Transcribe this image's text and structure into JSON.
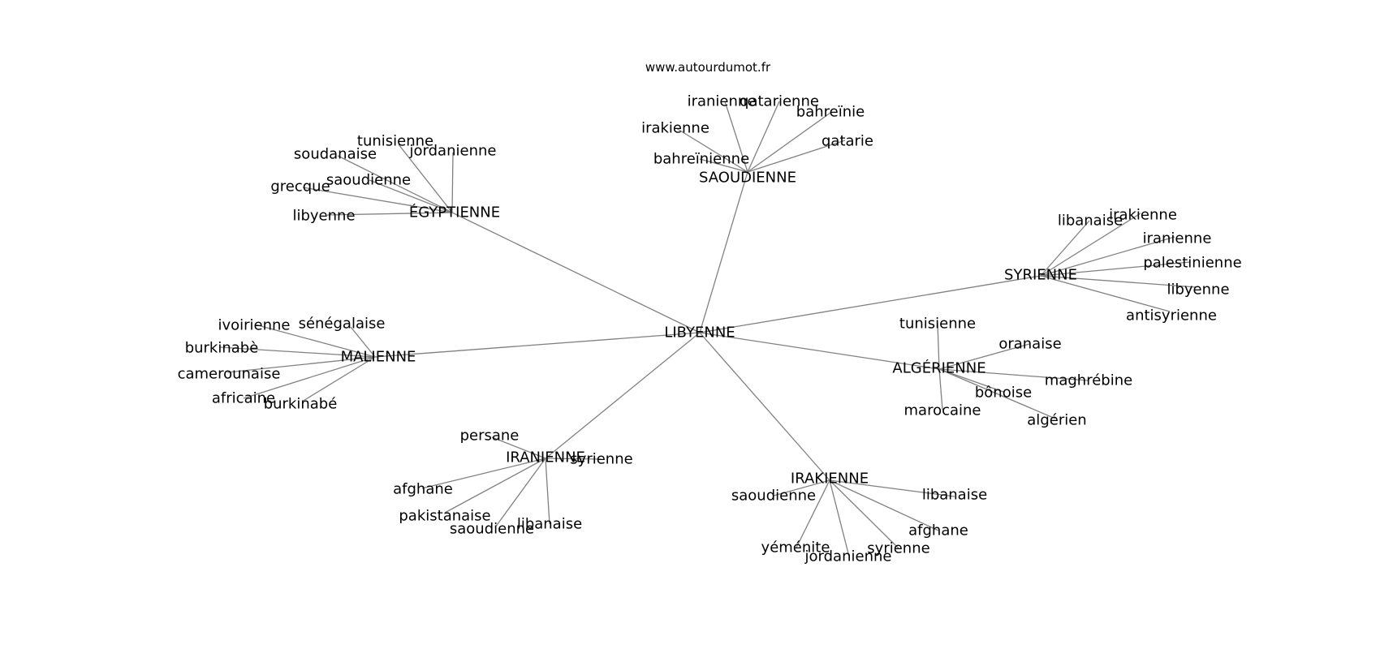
{
  "site": "www.autourdumot.fr",
  "root": "LIBYENNE",
  "clusters": [
    {
      "hub": "ÉGYPTIENNE",
      "leaves": [
        "tunisienne",
        "jordanienne",
        "soudanaise",
        "saoudienne",
        "grecque",
        "libyenne"
      ]
    },
    {
      "hub": "SAOUDIENNE",
      "leaves": [
        "iranienne",
        "qatarienne",
        "bahreïnie",
        "irakienne",
        "qatarie",
        "bahreïnienne"
      ]
    },
    {
      "hub": "SYRIENNE",
      "leaves": [
        "libanaise",
        "irakienne",
        "iranienne",
        "palestinienne",
        "libyenne",
        "antisyrienne"
      ]
    },
    {
      "hub": "MALIENNE",
      "leaves": [
        "ivoirienne",
        "sénégalaise",
        "burkinabè",
        "camerounaise",
        "africaine",
        "burkinabé"
      ]
    },
    {
      "hub": "ALGÉRIENNE",
      "leaves": [
        "tunisienne",
        "oranaise",
        "maghrébine",
        "bônoise",
        "marocaine",
        "algérien"
      ]
    },
    {
      "hub": "IRANIENNE",
      "leaves": [
        "persane",
        "syrienne",
        "afghane",
        "pakistanaise",
        "saoudienne",
        "libanaise"
      ]
    },
    {
      "hub": "IRAKIENNE",
      "leaves": [
        "saoudienne",
        "libanaise",
        "afghane",
        "yéménite",
        "jordanienne",
        "syrienne"
      ]
    }
  ]
}
